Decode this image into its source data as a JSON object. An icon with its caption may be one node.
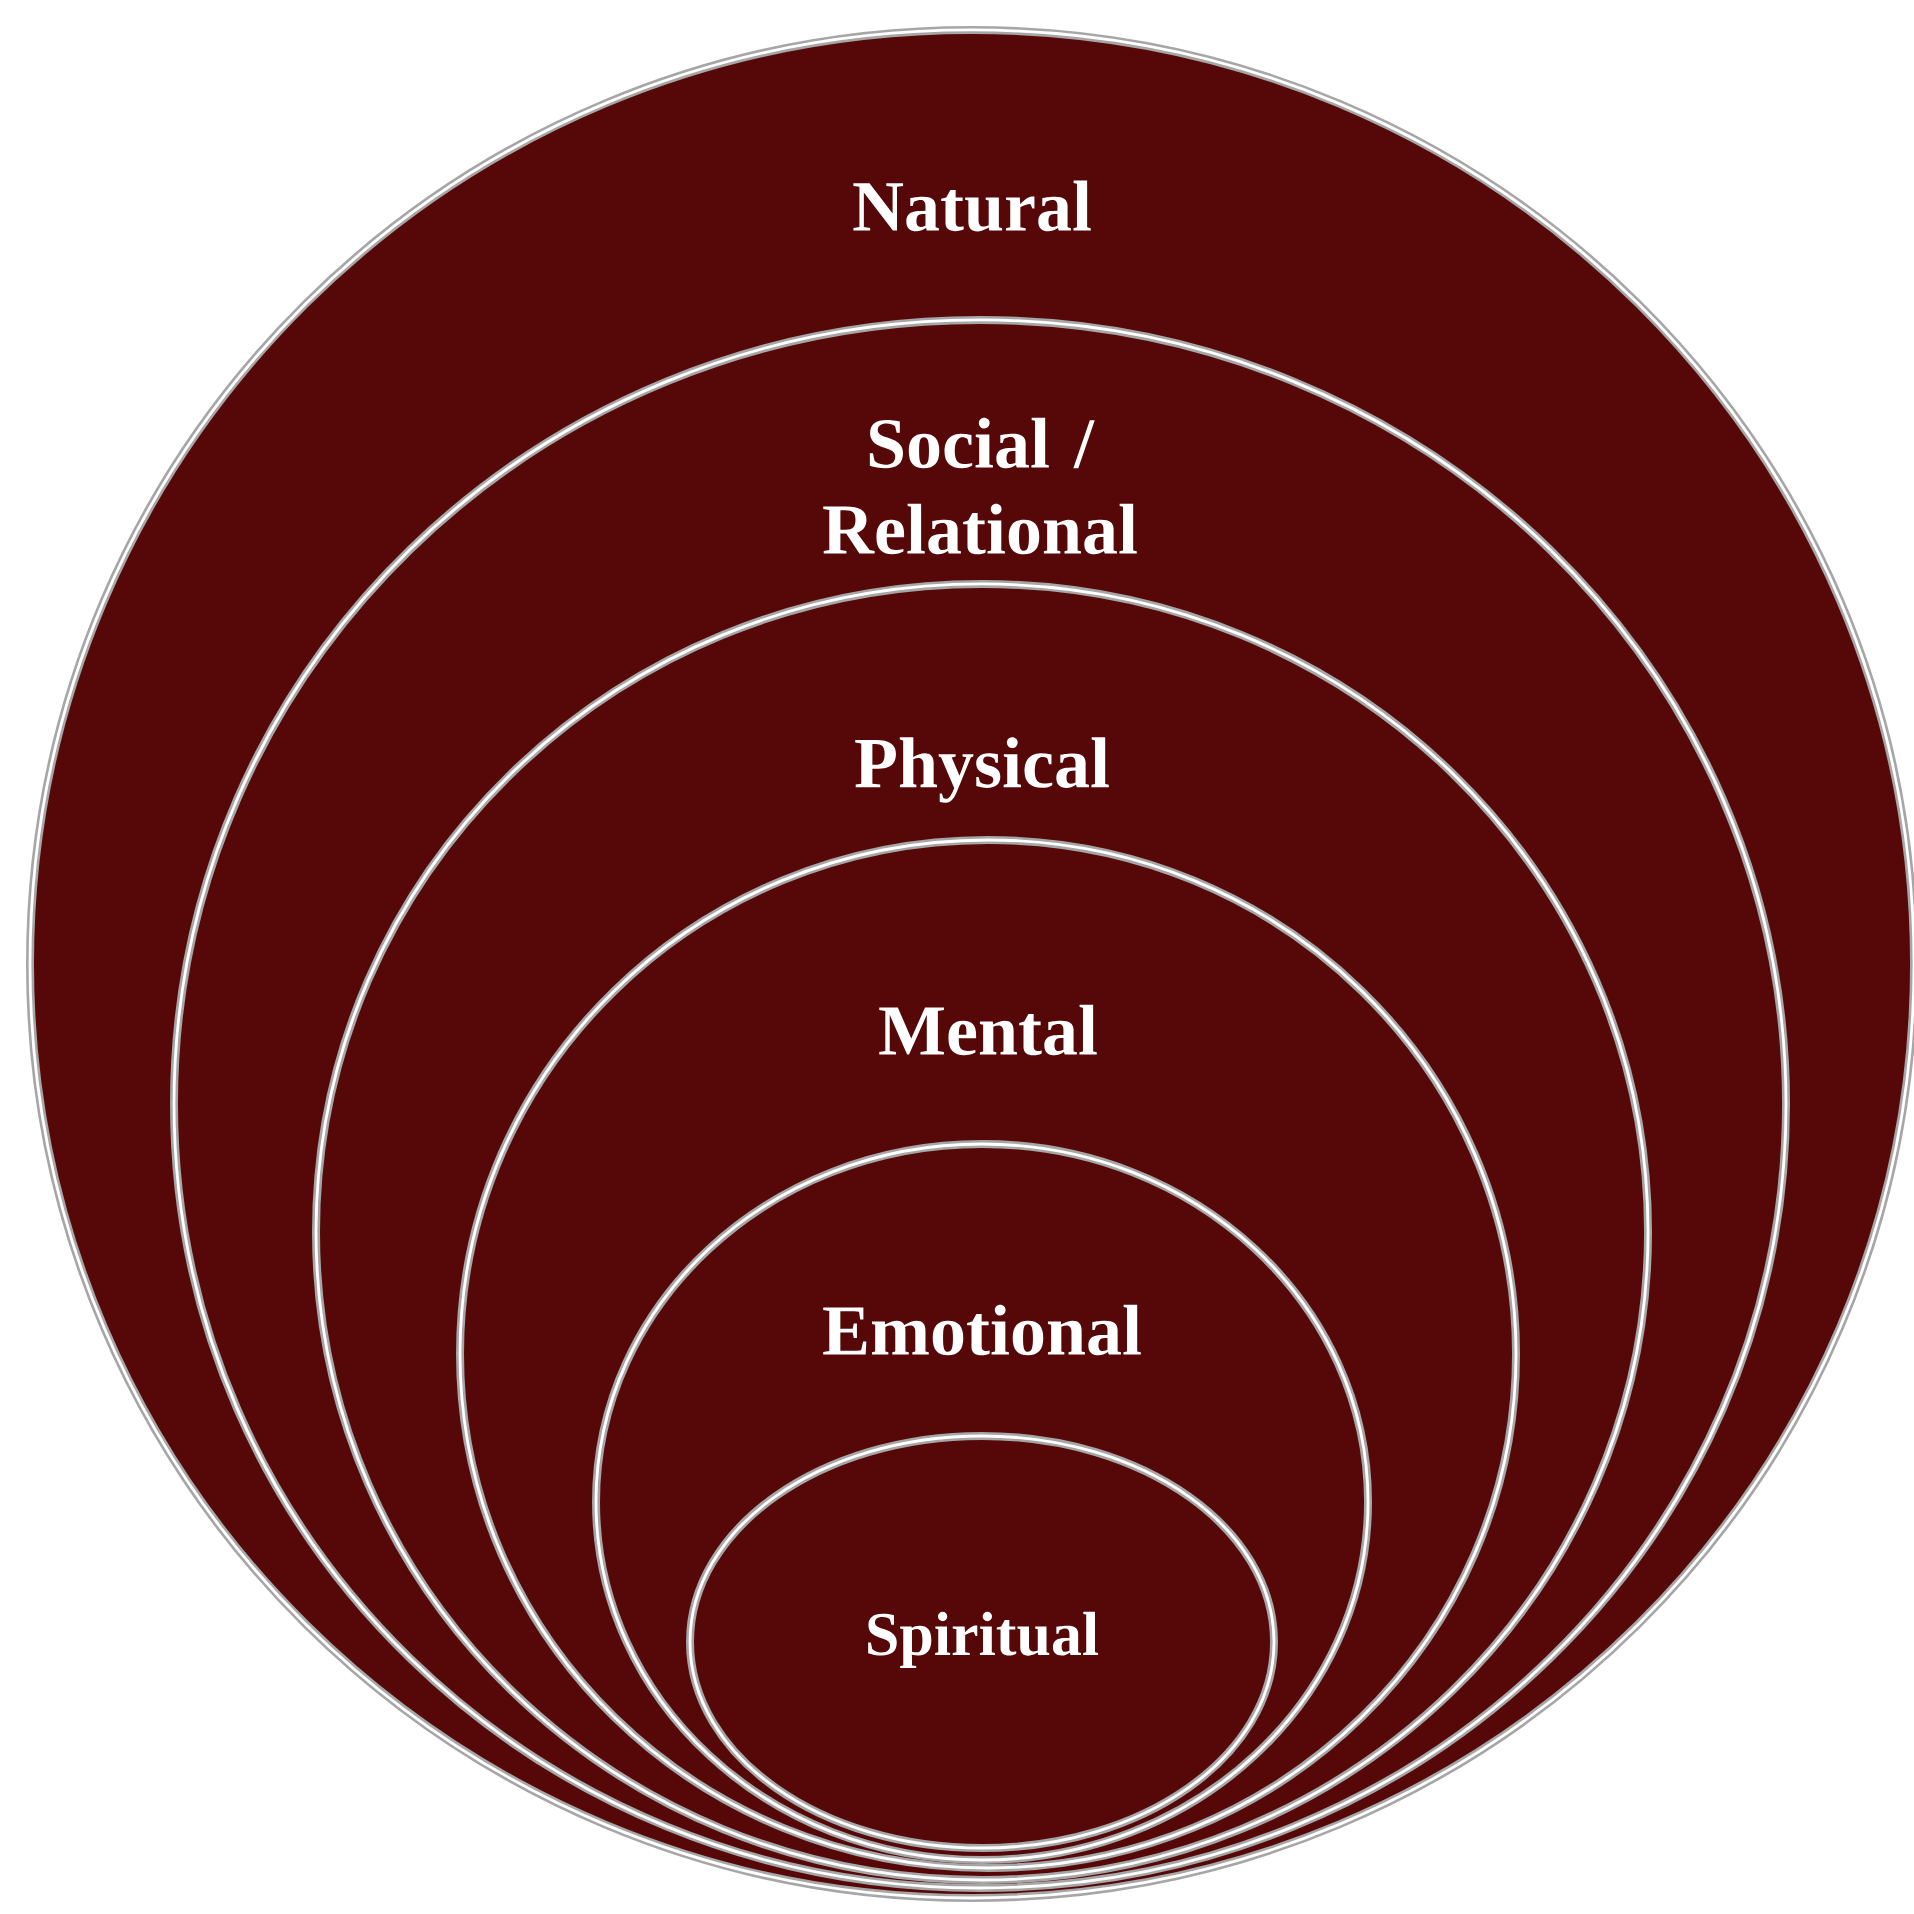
{
  "diagram": {
    "nodes": [
      {
        "text": [
          "Natural"
        ]
      },
      {
        "text": [
          "Social / Relational"
        ],
        "in": 0
      },
      {
        "text": [
          "Physical"
        ],
        "in": 1
      },
      {
        "text": [
          "Mental"
        ],
        "in": 2
      },
      {
        "text": [
          "Emotional"
        ],
        "in": 3
      },
      {
        "text": [
          "Spiritual"
        ],
        "in": 4
      }
    ]
  }
}
